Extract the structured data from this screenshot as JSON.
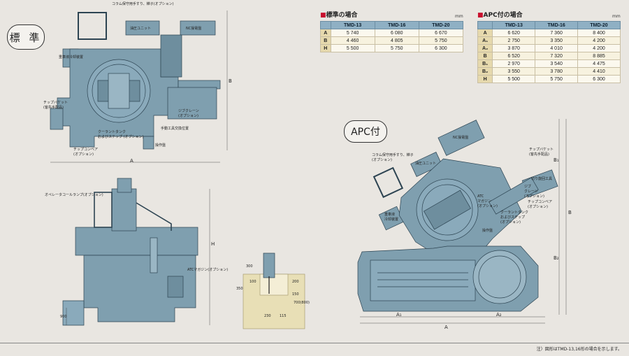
{
  "badges": {
    "standard": "標 準",
    "apc": "APC付"
  },
  "table_standard": {
    "title": "標準の場合",
    "unit": "mm",
    "headers": [
      "",
      "TMD-13",
      "TMD-16",
      "TMD-20"
    ],
    "rows": [
      {
        "label": "A",
        "v": [
          "5 740",
          "6 080",
          "6 670"
        ]
      },
      {
        "label": "B",
        "v": [
          "4 460",
          "4 805",
          "5 750"
        ]
      },
      {
        "label": "H",
        "v": [
          "5 500",
          "5 750",
          "6 300"
        ]
      }
    ]
  },
  "table_apc": {
    "title": "APC付の場合",
    "unit": "mm",
    "headers": [
      "",
      "TMD-13",
      "TMD-16",
      "TMD-20"
    ],
    "rows": [
      {
        "label": "A",
        "v": [
          "6 620",
          "7 360",
          "8 400"
        ]
      },
      {
        "label": "A₁",
        "v": [
          "2 750",
          "3 350",
          "4 200"
        ]
      },
      {
        "label": "A₂",
        "v": [
          "3 870",
          "4 010",
          "4 200"
        ]
      },
      {
        "label": "B",
        "v": [
          "6 520",
          "7 320",
          "8 885"
        ]
      },
      {
        "label": "B₁",
        "v": [
          "2 970",
          "3 540",
          "4 475"
        ]
      },
      {
        "label": "B₂",
        "v": [
          "3 550",
          "3 780",
          "4 410"
        ]
      },
      {
        "label": "H",
        "v": [
          "5 500",
          "5 750",
          "6 300"
        ]
      }
    ]
  },
  "labels_standard": {
    "column_protect": "コラム保守用手すり、梯子(オプション)",
    "hydraulic_unit": "油圧ユニット",
    "nc_panel": "NC操電盤",
    "power_panel": "重車液冷却装置",
    "chip_bucket": "チップバケット\n(客先手配品)",
    "jib_crane": "ジブクレーン\n(オプション)",
    "coolant_tank": "クーラントタンク\nおよびステップ (オプション)",
    "manual_tool": "手動工具交換位置",
    "op_panel": "操作盤",
    "chip_conveyor": "チップコンベア\n(オプション)",
    "dim_a": "A",
    "dim_b": "B"
  },
  "labels_front": {
    "op_lamp": "オペレータコールランプ(オプション)",
    "atc_magazine": "ATCマガジン(オプション)",
    "dim_h": "H",
    "dim_900": "900"
  },
  "labels_found": {
    "d300": "300",
    "d100": "100",
    "d200": "200",
    "d350": "350",
    "d150": "150",
    "d230": "230",
    "d115": "115",
    "d700": "700(800)"
  },
  "labels_apc": {
    "column_protect": "コラム保守用手すり、梯子\n(オプション)",
    "hydraulic_unit": "油圧ユニット",
    "nc_panel": "NC操電盤",
    "power_panel": "重車液\n冷却装置",
    "chip_bucket": "チップバケット\n(客先手配品)",
    "rotary_table": "切り旋回工具",
    "atc_magazine": "ATC\nマガジン\n(オプション)",
    "jib_crane": "ジブ\nクレーン\n(オプション)",
    "chip_conveyor": "チップコンベア\n(オプション)",
    "coolant_tank": "クーラントタンク\nおよびステップ\n(オプション)",
    "op_panel": "操作盤",
    "dim_a": "A",
    "dim_a1": "A₁",
    "dim_a2": "A₂",
    "dim_b": "B",
    "dim_b1": "B₁",
    "dim_b2": "B₂"
  },
  "footnote": "注）図形はTMD-13,16形の場合を示します。",
  "colors": {
    "machine": "#7f9faf",
    "machine_dark": "#5d7c8c",
    "background": "#e9e6e1",
    "table_header": "#8fb0c4",
    "table_label": "#e6d9ad",
    "accent_red": "#c8102e"
  }
}
